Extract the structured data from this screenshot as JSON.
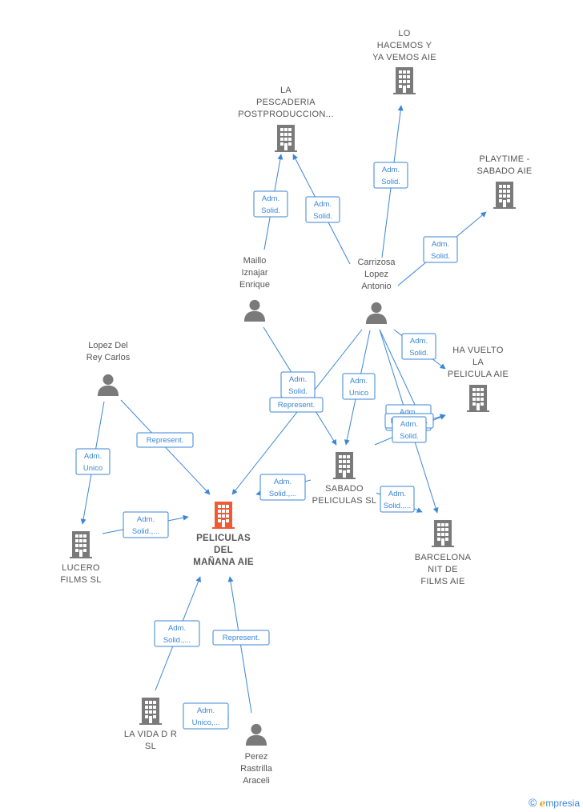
{
  "colors": {
    "edge": "#3b86d6",
    "node": "#7a7a7a",
    "focus": "#f15a31",
    "label": "#555555"
  },
  "nodes": [
    {
      "id": "lohacemos",
      "type": "company",
      "lines": [
        "LO",
        "HACEMOS Y",
        "YA VEMOS AIE"
      ]
    },
    {
      "id": "pescaderia",
      "type": "company",
      "lines": [
        "LA",
        "PESCADERIA",
        "POSTPRODUCCION..."
      ]
    },
    {
      "id": "playtime",
      "type": "company",
      "lines": [
        "PLAYTIME -",
        "SABADO  AIE"
      ]
    },
    {
      "id": "maillo",
      "type": "person",
      "lines": [
        "Maillo",
        "Iznajar",
        "Enrique"
      ]
    },
    {
      "id": "carrizosa",
      "type": "person",
      "lines": [
        "Carrizosa",
        "Lopez",
        "Antonio"
      ]
    },
    {
      "id": "havuelto",
      "type": "company",
      "lines": [
        "HA VUELTO",
        "LA",
        "PELICULA  AIE"
      ]
    },
    {
      "id": "lopezdelrey",
      "type": "person",
      "lines": [
        "Lopez Del",
        "Rey Carlos"
      ]
    },
    {
      "id": "sabado",
      "type": "company",
      "lines": [
        "SABADO",
        "PELICULAS SL"
      ]
    },
    {
      "id": "peliculas",
      "type": "focus",
      "lines": [
        "PELICULAS",
        "DEL",
        "MAÑANA AIE"
      ]
    },
    {
      "id": "lucero",
      "type": "company",
      "lines": [
        "LUCERO",
        "FILMS  SL"
      ]
    },
    {
      "id": "barcelona",
      "type": "company",
      "lines": [
        "BARCELONA",
        "NIT DE",
        "FILMS AIE"
      ]
    },
    {
      "id": "lavida",
      "type": "company",
      "lines": [
        "LA VIDA D R",
        "SL"
      ]
    },
    {
      "id": "perez",
      "type": "person",
      "lines": [
        "Perez",
        "Rastrilla",
        "Araceli"
      ]
    }
  ],
  "edges": [
    {
      "id": "e1",
      "lines": [
        "Adm.",
        "Solid."
      ]
    },
    {
      "id": "e2",
      "lines": [
        "Adm.",
        "Solid."
      ]
    },
    {
      "id": "e3",
      "lines": [
        "Adm.",
        "Solid."
      ]
    },
    {
      "id": "e4",
      "lines": [
        "Adm.",
        "Solid."
      ]
    },
    {
      "id": "e5",
      "lines": [
        "Adm.",
        "Solid."
      ]
    },
    {
      "id": "e6",
      "lines": [
        "Adm.",
        "Solid."
      ]
    },
    {
      "id": "e7",
      "lines": [
        "Represent."
      ]
    },
    {
      "id": "e8",
      "lines": [
        "Adm.",
        "Unico"
      ]
    },
    {
      "id": "e9",
      "lines": [
        "Adm.",
        "Solid."
      ]
    },
    {
      "id": "e10",
      "lines": [
        "Represent."
      ]
    },
    {
      "id": "e11",
      "lines": [
        "Adm.",
        "Solid."
      ]
    },
    {
      "id": "e12",
      "lines": [
        "Adm.",
        "Solid.,..."
      ]
    },
    {
      "id": "e13",
      "lines": [
        "Adm.",
        "Unico"
      ]
    },
    {
      "id": "e14",
      "lines": [
        "Represent."
      ]
    },
    {
      "id": "e15",
      "lines": [
        "Adm.",
        "Solid.,..."
      ]
    },
    {
      "id": "e16",
      "lines": [
        "Adm.",
        "Solid.,..."
      ]
    },
    {
      "id": "e17",
      "lines": [
        "Represent."
      ]
    },
    {
      "id": "e18",
      "lines": [
        "Adm.",
        "Unico,..."
      ]
    }
  ],
  "footer": {
    "copyright": "©",
    "brand_initial": "e",
    "brand_rest": "mpresia"
  }
}
